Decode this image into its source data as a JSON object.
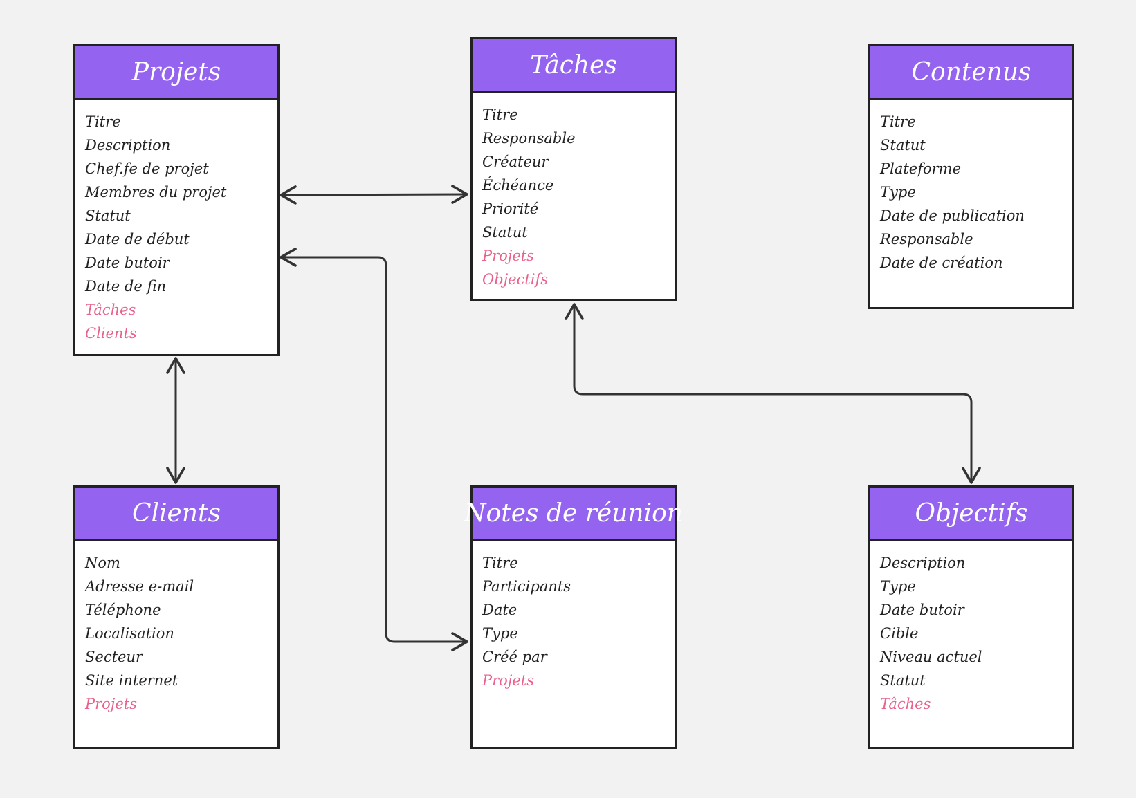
{
  "diagram": {
    "colors": {
      "background": "#f2f2f2",
      "header": "#9463f0",
      "border": "#222222",
      "relation_field": "#e8628c",
      "connector": "#333333"
    },
    "entities": {
      "projets": {
        "title": "Projets",
        "fields": [
          {
            "label": "Titre",
            "relation": false
          },
          {
            "label": "Description",
            "relation": false
          },
          {
            "label": "Chef.fe de projet",
            "relation": false
          },
          {
            "label": "Membres du projet",
            "relation": false
          },
          {
            "label": "Statut",
            "relation": false
          },
          {
            "label": "Date de début",
            "relation": false
          },
          {
            "label": "Date butoir",
            "relation": false
          },
          {
            "label": "Date de fin",
            "relation": false
          },
          {
            "label": "Tâches",
            "relation": true
          },
          {
            "label": "Clients",
            "relation": true
          }
        ]
      },
      "taches": {
        "title": "Tâches",
        "fields": [
          {
            "label": "Titre",
            "relation": false
          },
          {
            "label": "Responsable",
            "relation": false
          },
          {
            "label": "Créateur",
            "relation": false
          },
          {
            "label": "Échéance",
            "relation": false
          },
          {
            "label": "Priorité",
            "relation": false
          },
          {
            "label": "Statut",
            "relation": false
          },
          {
            "label": "Projets",
            "relation": true
          },
          {
            "label": "Objectifs",
            "relation": true
          }
        ]
      },
      "contenus": {
        "title": "Contenus",
        "fields": [
          {
            "label": "Titre",
            "relation": false
          },
          {
            "label": "Statut",
            "relation": false
          },
          {
            "label": "Plateforme",
            "relation": false
          },
          {
            "label": "Type",
            "relation": false
          },
          {
            "label": "Date de publication",
            "relation": false
          },
          {
            "label": "Responsable",
            "relation": false
          },
          {
            "label": "Date de création",
            "relation": false
          }
        ]
      },
      "clients": {
        "title": "Clients",
        "fields": [
          {
            "label": "Nom",
            "relation": false
          },
          {
            "label": "Adresse e-mail",
            "relation": false
          },
          {
            "label": "Téléphone",
            "relation": false
          },
          {
            "label": "Localisation",
            "relation": false
          },
          {
            "label": "Secteur",
            "relation": false
          },
          {
            "label": "Site internet",
            "relation": false
          },
          {
            "label": "Projets",
            "relation": true
          }
        ]
      },
      "notes": {
        "title": "Notes de réunion",
        "fields": [
          {
            "label": "Titre",
            "relation": false
          },
          {
            "label": "Participants",
            "relation": false
          },
          {
            "label": "Date",
            "relation": false
          },
          {
            "label": "Type",
            "relation": false
          },
          {
            "label": "Créé par",
            "relation": false
          },
          {
            "label": "Projets",
            "relation": true
          }
        ]
      },
      "objectifs": {
        "title": "Objectifs",
        "fields": [
          {
            "label": "Description",
            "relation": false
          },
          {
            "label": "Type",
            "relation": false
          },
          {
            "label": "Date butoir",
            "relation": false
          },
          {
            "label": "Cible",
            "relation": false
          },
          {
            "label": "Niveau actuel",
            "relation": false
          },
          {
            "label": "Statut",
            "relation": false
          },
          {
            "label": "Tâches",
            "relation": true
          }
        ]
      }
    },
    "relationships": [
      {
        "from": "Projets",
        "to": "Tâches",
        "direction": "bidirectional"
      },
      {
        "from": "Projets",
        "to": "Notes de réunion",
        "direction": "bidirectional"
      },
      {
        "from": "Projets",
        "to": "Clients",
        "direction": "bidirectional"
      },
      {
        "from": "Tâches",
        "to": "Objectifs",
        "direction": "bidirectional"
      }
    ]
  }
}
